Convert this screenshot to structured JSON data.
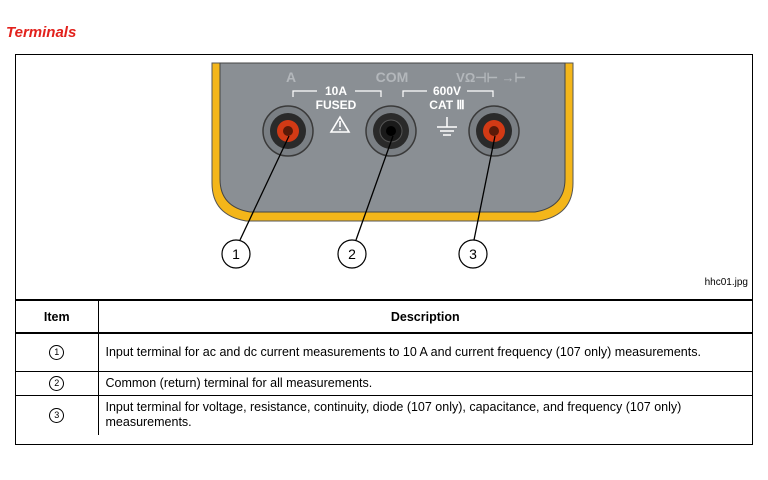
{
  "section_title": "Terminals",
  "figure": {
    "labels": {
      "amps": "A",
      "com": "COM",
      "volts": "VΩ⊣⊢ →⊢",
      "current_rating": "10A",
      "fused": "FUSED",
      "voltage_rating": "600V",
      "category": "CAT Ⅲ"
    },
    "callouts": [
      "1",
      "2",
      "3"
    ],
    "caption": "hhc01.jpg",
    "colors": {
      "body_gray": "#8a8f94",
      "holster_yellow": "#f4b61a",
      "terminal_red": "#d23a15",
      "terminal_black": "#1a1a1a"
    }
  },
  "table": {
    "headers": {
      "item": "Item",
      "description": "Description"
    },
    "rows": [
      {
        "item": "1",
        "description": "Input terminal for ac and dc current measurements to 10 A and current frequency (107 only) measurements."
      },
      {
        "item": "2",
        "description": "Common (return) terminal for all measurements."
      },
      {
        "item": "3",
        "description": "Input terminal for voltage, resistance, continuity, diode (107 only), capacitance, and frequency (107 only) measurements."
      }
    ]
  }
}
